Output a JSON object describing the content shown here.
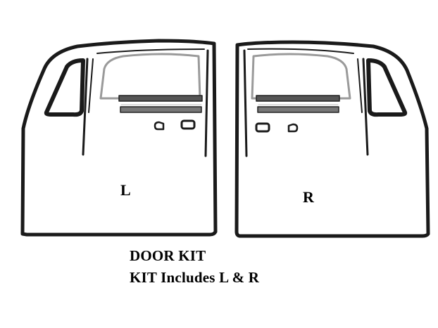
{
  "doors": {
    "left_label": "L",
    "right_label": "R"
  },
  "caption": {
    "title": "DOOR KIT",
    "subtitle": "KIT Includes L & R"
  },
  "colors": {
    "line": "#1a1a1a",
    "trim": "#8a8a8a",
    "background": "#ffffff"
  }
}
